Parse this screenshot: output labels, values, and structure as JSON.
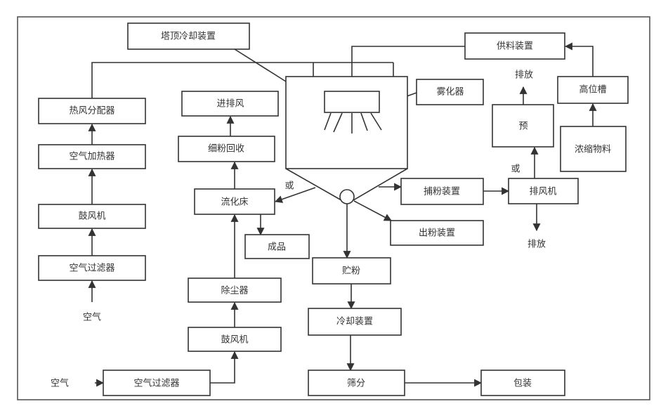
{
  "title": "喷雾干燥工艺流程图",
  "colors": {
    "stroke": "#333333",
    "frame": "#555555",
    "background": "#ffffff",
    "text": "#333333"
  },
  "nodes": {
    "tower_top_cooler": "塔顶冷却装置",
    "hot_air_distributor": "热风分配器",
    "air_heater": "空气加热器",
    "blower_left": "鼓风机",
    "air_filter_left": "空气过滤器",
    "air_left": "空气",
    "exhaust_in_out": "进排风",
    "fine_powder_recovery": "细粉回收",
    "fluid_bed": "流化床",
    "finished_product": "成品",
    "dust_collector": "除尘器",
    "blower_bottom": "鼓风机",
    "air_filter_bottom": "空气过滤器",
    "air_bottom": "空气",
    "atomizer": "雾化器",
    "feed_device": "供料装置",
    "head_tank": "高位槽",
    "concentrate": "浓缩物料",
    "pre": "预",
    "discharge_top": "排放",
    "powder_catcher": "捕粉装置",
    "exhaust_fan": "排风机",
    "discharge_bottom": "排放",
    "powder_outlet": "出粉装置",
    "powder_storage": "贮粉",
    "cooling_device": "冷却装置",
    "screening": "筛分",
    "packaging": "包装",
    "or_left": "或",
    "or_right": "或"
  },
  "edges": [
    {
      "from": "air_left",
      "to": "air_filter_left"
    },
    {
      "from": "air_filter_left",
      "to": "blower_left"
    },
    {
      "from": "blower_left",
      "to": "air_heater"
    },
    {
      "from": "air_heater",
      "to": "hot_air_distributor"
    },
    {
      "from": "hot_air_distributor",
      "to": "drying_chamber"
    },
    {
      "from": "feed_device",
      "to": "atomizer"
    },
    {
      "from": "concentrate",
      "to": "head_tank"
    },
    {
      "from": "head_tank",
      "to": "feed_device"
    },
    {
      "from": "drying_chamber",
      "to": "fluid_bed",
      "label": "或"
    },
    {
      "from": "drying_chamber",
      "to": "powder_catcher"
    },
    {
      "from": "drying_chamber",
      "to": "powder_outlet"
    },
    {
      "from": "drying_chamber",
      "to": "powder_storage"
    },
    {
      "from": "powder_catcher",
      "to": "exhaust_fan"
    },
    {
      "from": "exhaust_fan",
      "to": "pre",
      "label": "或"
    },
    {
      "from": "pre",
      "to": "discharge_top"
    },
    {
      "from": "exhaust_fan",
      "to": "discharge_bottom"
    },
    {
      "from": "fluid_bed",
      "to": "fine_powder_recovery"
    },
    {
      "from": "fine_powder_recovery",
      "to": "exhaust_in_out"
    },
    {
      "from": "fluid_bed",
      "to": "finished_product"
    },
    {
      "from": "air_bottom",
      "to": "air_filter_bottom"
    },
    {
      "from": "air_filter_bottom",
      "to": "blower_bottom"
    },
    {
      "from": "blower_bottom",
      "to": "dust_collector"
    },
    {
      "from": "dust_collector",
      "to": "fluid_bed"
    },
    {
      "from": "powder_storage",
      "to": "cooling_device"
    },
    {
      "from": "cooling_device",
      "to": "screening"
    },
    {
      "from": "screening",
      "to": "packaging"
    },
    {
      "from": "tower_top_cooler",
      "to": "drying_chamber"
    }
  ]
}
